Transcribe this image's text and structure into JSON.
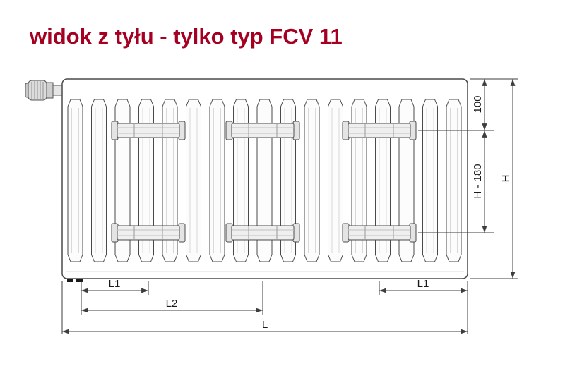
{
  "title": "widok z tyłu - tylko typ FCV 11",
  "colors": {
    "title": "#A50022",
    "line": "#3D3D3D"
  },
  "dimensions": {
    "top_to_bracket": "100",
    "bracket_to_bracket": "H - 180",
    "total_height": "H",
    "left_margin": "L1",
    "right_margin": "L1",
    "bracket_spacing": "L2",
    "total_length": "L"
  }
}
